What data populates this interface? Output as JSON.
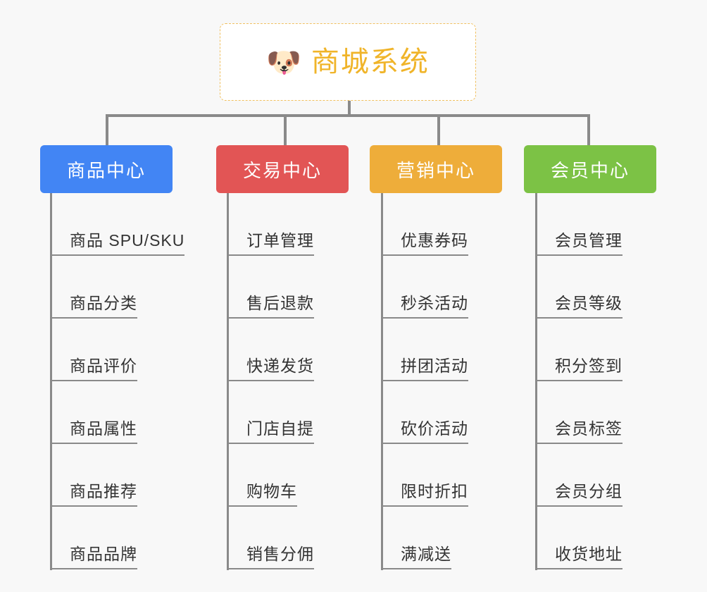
{
  "background_color": "#f8f8f8",
  "root": {
    "icon": "dog-face-emoji",
    "icon_glyph": "🐶",
    "title": "商城系统",
    "text_color": "#f0b429",
    "border_color": "#f0c060",
    "border_style": "dashed"
  },
  "connector_color": "#8a8a8a",
  "columns": [
    {
      "id": "product-center",
      "title": "商品中心",
      "color": "#4285f4",
      "items": [
        "商品 SPU/SKU",
        "商品分类",
        "商品评价",
        "商品属性",
        "商品推荐",
        "商品品牌"
      ]
    },
    {
      "id": "trade-center",
      "title": "交易中心",
      "color": "#e25555",
      "items": [
        "订单管理",
        "售后退款",
        "快递发货",
        "门店自提",
        "购物车",
        "销售分佣"
      ]
    },
    {
      "id": "marketing-center",
      "title": "营销中心",
      "color": "#eead3a",
      "items": [
        "优惠券码",
        "秒杀活动",
        "拼团活动",
        "砍价活动",
        "限时折扣",
        "满减送"
      ]
    },
    {
      "id": "member-center",
      "title": "会员中心",
      "color": "#7cc245",
      "items": [
        "会员管理",
        "会员等级",
        "积分签到",
        "会员标签",
        "会员分组",
        "收货地址"
      ]
    }
  ]
}
